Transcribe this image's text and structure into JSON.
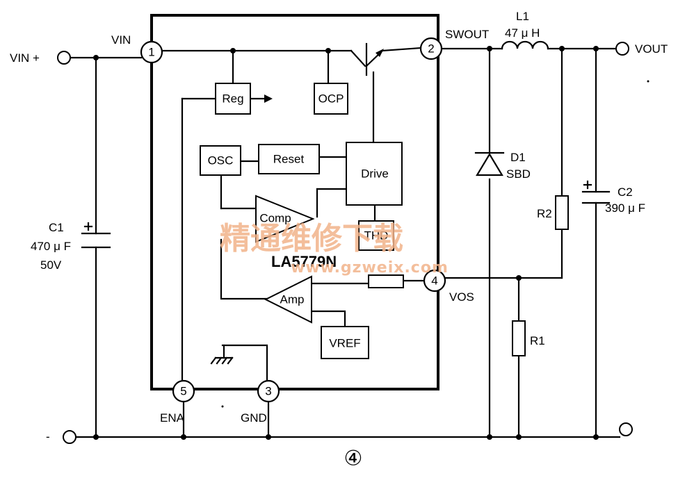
{
  "chip": {
    "name": "LA5779N"
  },
  "pins": [
    {
      "num": "1",
      "name": "VIN"
    },
    {
      "num": "2",
      "name": "SWOUT"
    },
    {
      "num": "3",
      "name": "GND"
    },
    {
      "num": "4",
      "name": "VOS"
    },
    {
      "num": "5",
      "name": "ENA"
    }
  ],
  "blocks": {
    "reg": "Reg",
    "ocp": "OCP",
    "osc": "OSC",
    "reset": "Reset",
    "drive": "Drive",
    "comp": "Comp",
    "thd": "THD",
    "amp": "Amp",
    "vref": "VREF"
  },
  "terminals": {
    "vin_plus": "VIN +",
    "vout": "VOUT",
    "minus": "-"
  },
  "components": {
    "c1": {
      "ref": "C1",
      "value": "470 μ F",
      "rating": "50V"
    },
    "c2": {
      "ref": "C2",
      "value": "390 μ F"
    },
    "l1": {
      "ref": "L1",
      "value": "47 μ H"
    },
    "d1": {
      "ref": "D1",
      "type": "SBD"
    },
    "r1": {
      "ref": "R1"
    },
    "r2": {
      "ref": "R2"
    }
  },
  "figure_label": "④",
  "watermark": {
    "line1": "精通维修下载",
    "line2": "www.gzweix.com"
  }
}
